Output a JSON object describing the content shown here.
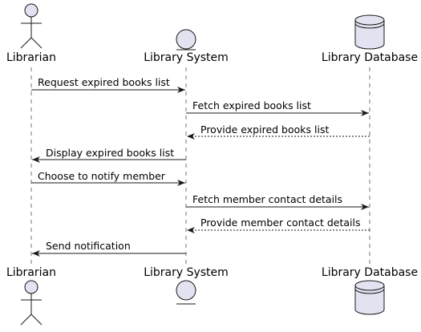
{
  "participants": [
    {
      "id": "librarian",
      "label": "Librarian",
      "kind": "actor"
    },
    {
      "id": "system",
      "label": "Library System",
      "kind": "entity"
    },
    {
      "id": "database",
      "label": "Library Database",
      "kind": "database"
    }
  ],
  "messages": [
    {
      "from": "librarian",
      "to": "system",
      "text": "Request expired books list",
      "style": "solid"
    },
    {
      "from": "system",
      "to": "database",
      "text": "Fetch expired books list",
      "style": "solid"
    },
    {
      "from": "database",
      "to": "system",
      "text": "Provide expired books list",
      "style": "dashed"
    },
    {
      "from": "system",
      "to": "librarian",
      "text": "Display expired books list",
      "style": "solid"
    },
    {
      "from": "librarian",
      "to": "system",
      "text": "Choose to notify member",
      "style": "solid"
    },
    {
      "from": "system",
      "to": "database",
      "text": "Fetch member contact details",
      "style": "solid"
    },
    {
      "from": "database",
      "to": "system",
      "text": "Provide member contact details",
      "style": "dashed"
    },
    {
      "from": "system",
      "to": "librarian",
      "text": "Send notification",
      "style": "solid"
    }
  ],
  "colors": {
    "participant_fill": "#e2e2f0",
    "stroke": "#181818",
    "lifeline": "#181818"
  }
}
